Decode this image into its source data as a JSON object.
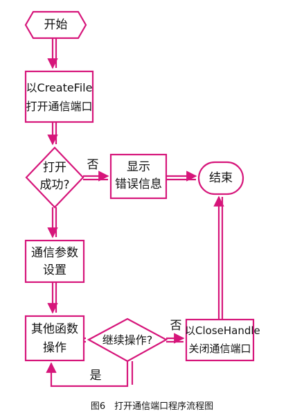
{
  "flowchart": {
    "nodes": {
      "start": "开始",
      "open_line1": "以CreateFile",
      "open_line2": "打开通信端口",
      "success_line1": "打开",
      "success_line2": "成功?",
      "error_line1": "显示",
      "error_line2": "错误信息",
      "end": "结束",
      "params_line1": "通信参数",
      "params_line2": "设置",
      "other_line1": "其他函数",
      "other_line2": "操作",
      "continue": "继续操作?",
      "close_line1": "以CloseHandle",
      "close_line2": "关闭通信端口"
    },
    "edge_labels": {
      "no_1": "否",
      "no_2": "否",
      "yes": "是"
    },
    "colors": {
      "line": "#d6157a",
      "fill": "#ffffff",
      "text": "#111111"
    }
  },
  "caption": "图6　打开通信端口程序流程图"
}
